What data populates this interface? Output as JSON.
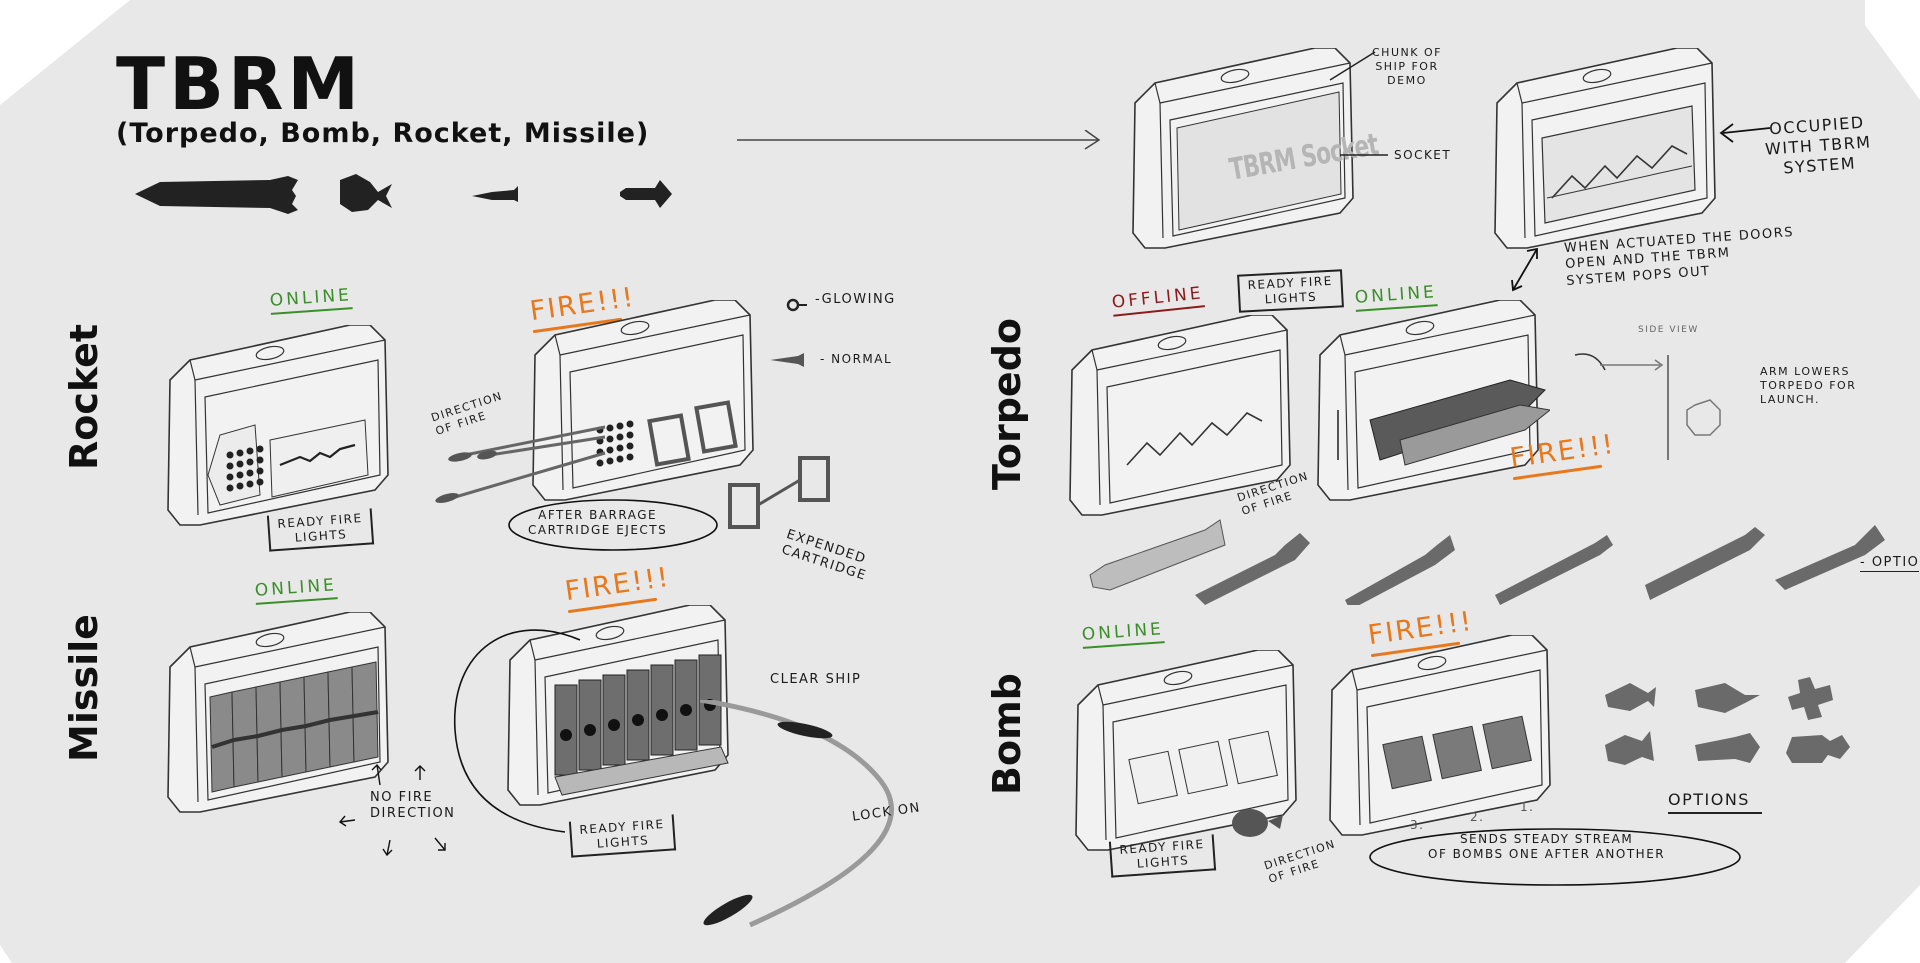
{
  "colors": {
    "background": "#e8e8e8",
    "ink": "#1a1a1a",
    "online": "#3b8f2a",
    "offline": "#8c1c1c",
    "fire": "#e9781c",
    "silhouette": "#6a6a6a"
  },
  "header": {
    "title": "TBRM",
    "subtitle": "(Torpedo, Bomb, Rocket, Missile)",
    "weapon_icons": [
      "torpedo-icon",
      "bomb-icon",
      "rocket-icon",
      "missile-icon"
    ]
  },
  "socket_demo": {
    "socket_text": "TBRM Socket",
    "callout_chunk": "CHUNK OF\nSHIP FOR\nDEMO",
    "callout_socket": "SOCKET",
    "callout_occupied": "OCCUPIED\nWITH TBRM\nSYSTEM",
    "activation_note": "WHEN ACTUATED THE DOORS\nOPEN AND THE TBRM\nSYSTEM POPS OUT"
  },
  "rocket": {
    "label": "Rocket",
    "online": "ONLINE",
    "fire": "FIRE!!!",
    "ready_fire_lights": "READY FIRE\nLIGHTS",
    "direction_of_fire": "DIRECTION\nOF FIRE",
    "after_barrage": "AFTER BARRAGE\nCARTRIDGE EJECTS",
    "expended_cartridge": "EXPENDED\nCARTRIDGE",
    "legend": [
      {
        "icon": "glowing-rocket-icon",
        "label": "-GLOWING"
      },
      {
        "icon": "normal-rocket-icon",
        "label": "- NORMAL"
      }
    ]
  },
  "missile": {
    "label": "Missile",
    "online": "ONLINE",
    "fire": "FIRE!!!",
    "no_fire_direction": "NO FIRE\nDIRECTION",
    "ready_fire_lights": "READY FIRE\nLIGHTS",
    "clear_ship": "CLEAR SHIP",
    "lock_on": "LOCK ON"
  },
  "torpedo": {
    "label": "Torpedo",
    "offline": "OFFLINE",
    "online": "ONLINE",
    "fire": "FIRE!!!",
    "ready_fire_lights": "READY FIRE\nLIGHTS",
    "direction_of_fire": "DIRECTION\nOF FIRE",
    "side_view": "SIDE VIEW",
    "arm_note": "ARM LOWERS\nTORPEDO FOR\nLAUNCH.",
    "options_label": "- OPTIO",
    "option_count": 6
  },
  "bomb": {
    "label": "Bomb",
    "online": "ONLINE",
    "fire": "FIRE!!!",
    "ready_fire_lights": "READY FIRE\nLIGHTS",
    "direction_of_fire": "DIRECTION\nOF FIRE",
    "sequence": [
      "1.",
      "2.",
      "3."
    ],
    "stream_note": "SENDS STEADY STREAM\nOF BOMBS ONE AFTER ANOTHER",
    "options_label": "OPTIONS",
    "option_count": 6
  }
}
